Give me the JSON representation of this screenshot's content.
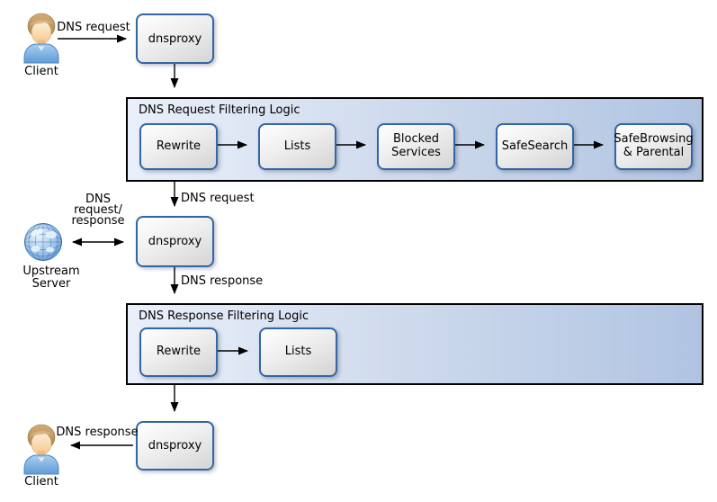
{
  "diagram": {
    "nodes": {
      "client_top": {
        "label": "Client"
      },
      "dnsproxy_top": {
        "label": "dnsproxy"
      },
      "dnsproxy_middle": {
        "label": "dnsproxy"
      },
      "dnsproxy_bottom": {
        "label": "dnsproxy"
      },
      "upstream_server": {
        "label": "Upstream\nServer"
      },
      "client_bottom": {
        "label": "Client"
      }
    },
    "containers": {
      "request": {
        "title": "DNS Request Filtering Logic",
        "steps": [
          "Rewrite",
          "Lists",
          "Blocked\nServices",
          "SafeSearch",
          "SafeBrowsing\n& Parental"
        ]
      },
      "response": {
        "title": "DNS Response Filtering Logic",
        "steps": [
          "Rewrite",
          "Lists"
        ]
      }
    },
    "edges": {
      "client_to_proxy": "DNS request",
      "filter_to_proxy": "DNS request",
      "upstream_exchange": "DNS\nrequest/\nresponse",
      "proxy_to_filter": "DNS response",
      "proxy_to_client": "DNS response"
    },
    "colors": {
      "node_border": "#3465a4",
      "node_fill_light": "#ffffff",
      "node_fill_dark": "#d5d5d5",
      "container_fill_left": "#eaf0fa",
      "container_fill_right": "#b0c4e2",
      "container_border": "#000000",
      "arrow": "#000000",
      "text": "#000000"
    }
  }
}
